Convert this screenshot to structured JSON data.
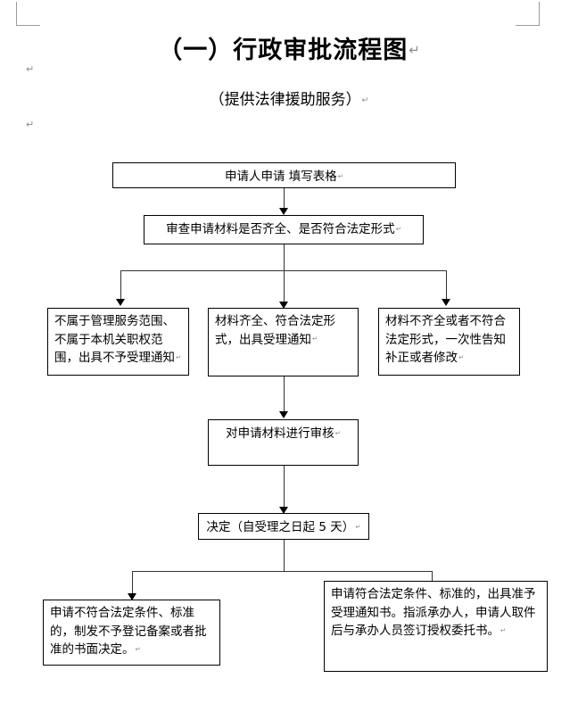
{
  "document": {
    "title": "（一）行政审批流程图",
    "title_pilcrow": "↵",
    "subtitle": "（提供法律援助服务）",
    "subtitle_pilcrow": "↵",
    "margin_marks": [
      "↵",
      "↵"
    ],
    "colors": {
      "text": "#000000",
      "box_border": "#000000",
      "connector": "#333333",
      "pilcrow": "#8c8c8c",
      "crop_mark": "#9a9a9a",
      "background": "#ffffff"
    }
  },
  "flowchart": {
    "nodes": [
      {
        "id": "apply",
        "text": "申请人申请 填写表格",
        "pilcrow": "↵",
        "align": "center"
      },
      {
        "id": "review-completeness",
        "text": "审查申请材料是否齐全、是否符合法定形式",
        "pilcrow": "↵",
        "align": "center"
      },
      {
        "id": "out-of-scope",
        "text": "不属于管理服务范围、不属于本机关职权范围，出具不予受理通知",
        "pilcrow": "↵",
        "align": "left"
      },
      {
        "id": "complete-accept",
        "text": "材料齐全、符合法定形式，出具受理通知",
        "pilcrow": "↵",
        "align": "left"
      },
      {
        "id": "incomplete-notify",
        "text": "材料不齐全或者不符合法定形式，一次性告知补正或者修改",
        "pilcrow": "↵",
        "align": "left"
      },
      {
        "id": "material-audit",
        "text": "对申请材料进行审核",
        "pilcrow": "↵",
        "align": "center"
      },
      {
        "id": "decision",
        "text": "决定（自受理之日起 5 天）",
        "pilcrow": "↵",
        "align": "center"
      },
      {
        "id": "not-qualified",
        "text": "申请不符合法定条件、标准的，制发不予登记备案或者批准的书面决定。",
        "pilcrow": "↵",
        "align": "left"
      },
      {
        "id": "qualified",
        "text": "申请符合法定条件、标准的，出具准予受理通知书。指派承办人，申请人取件后与承办人员签订授权委托书。",
        "pilcrow": "↵",
        "align": "left"
      }
    ]
  }
}
